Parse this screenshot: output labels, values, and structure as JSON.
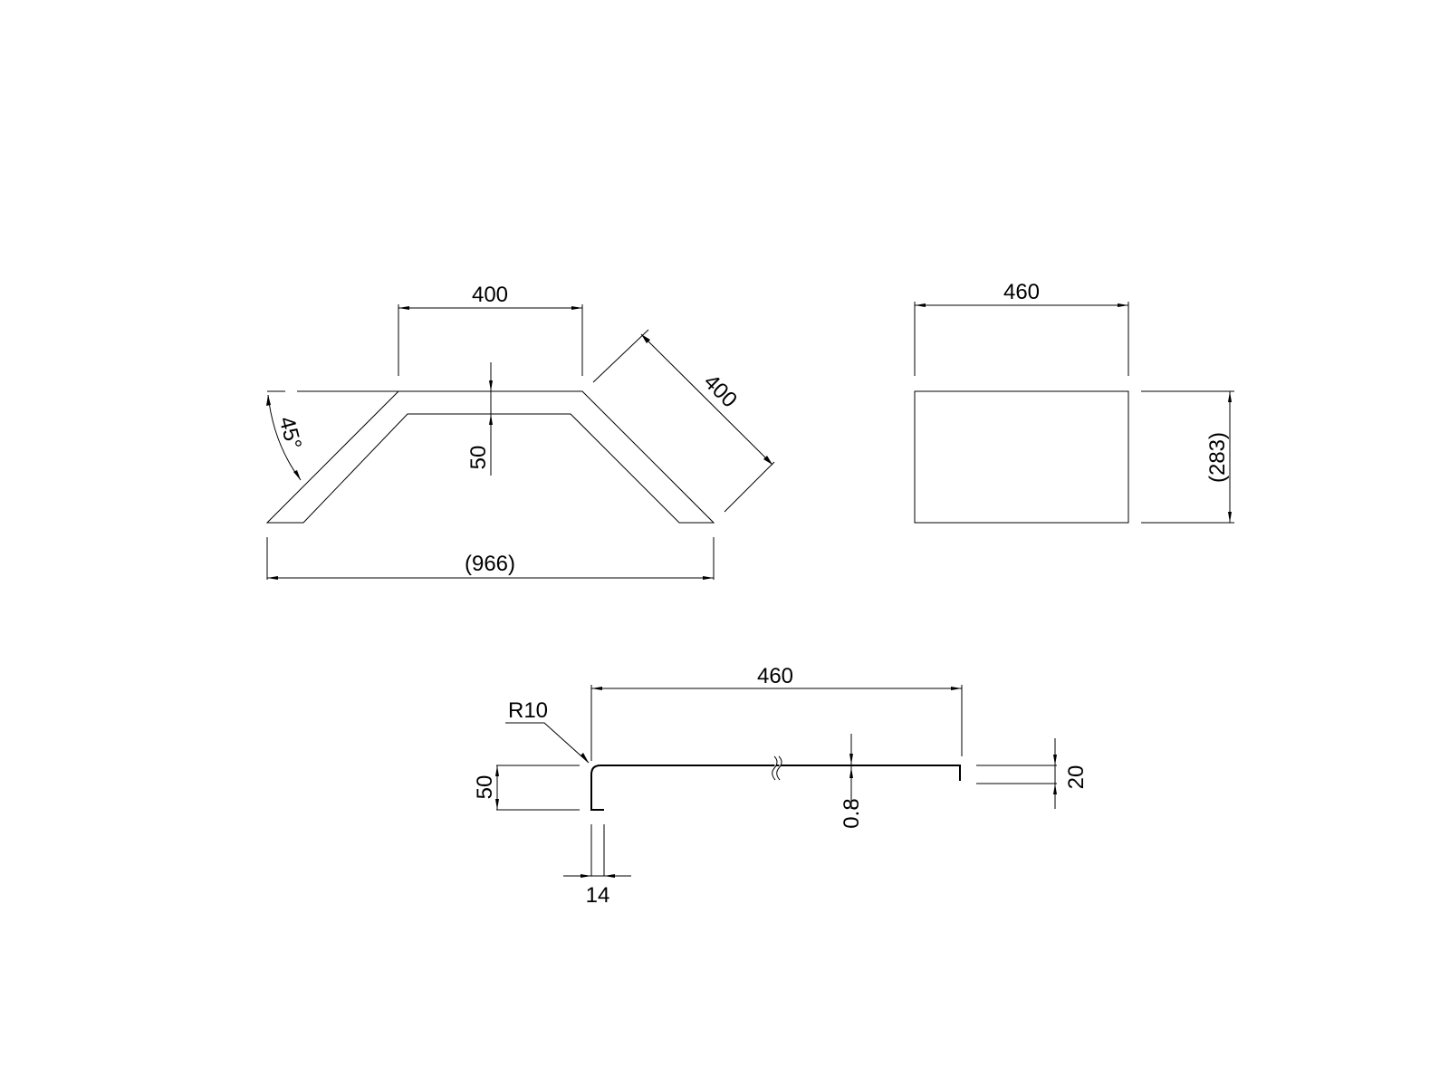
{
  "front_view": {
    "top_width": "400",
    "thickness": "50",
    "angle": "45°",
    "slant_length": "400",
    "overall_width": "(966)"
  },
  "side_view": {
    "width": "460",
    "height": "(283)"
  },
  "section_view": {
    "length": "460",
    "radius": "R10",
    "flange_height": "50",
    "flange_width": "14",
    "sheet_thickness": "0.8",
    "end_lip": "20"
  }
}
